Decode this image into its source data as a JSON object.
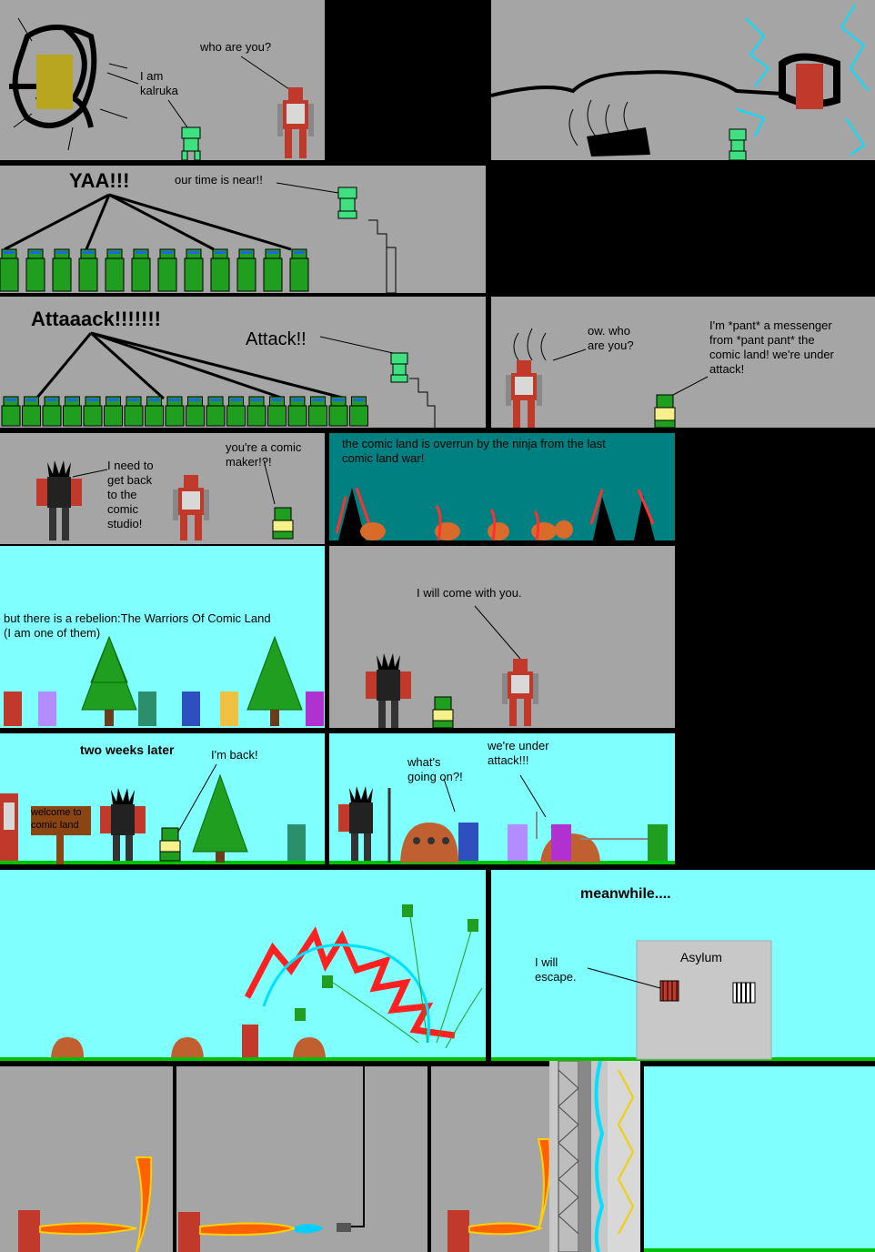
{
  "comic": {
    "row1": {
      "p1": {
        "kalruka": "I am\nkalruka",
        "who": "who are you?"
      }
    },
    "row2": {
      "yaa": "YAA!!!",
      "near": "our time is near!!"
    },
    "row3": {
      "attaaack": "Attaaack!!!!!!!",
      "attack": "Attack!!",
      "ow": "ow. who\nare you?",
      "messenger": "I'm *pant* a messenger\nfrom *pant pant* the\ncomic land! we're under\nattack!"
    },
    "row4": {
      "need": "I need to\nget back\nto the\ncomic\nstudio!",
      "maker": "you're a comic\nmaker!?!",
      "overrun": "the comic land is overrun by the ninja from the last\ncomic land war!"
    },
    "row5": {
      "rebelion": "but there is a rebelion:The Warriors Of Comic Land\n(I am one of them)",
      "come": "I will come with you."
    },
    "row6": {
      "weeks": "two weeks later",
      "back": "I'm back!",
      "sign": "welcome to\ncomic land",
      "going": "what's\ngoing on?!",
      "under": "we're under\nattack!!!"
    },
    "row7": {
      "meanwhile": "meanwhile....",
      "asylum": "Asylum",
      "escape": "I will\nescape."
    }
  },
  "colors": {
    "panel_gray": "#a5a5a5",
    "sky": "#80ffff",
    "teal": "#008080",
    "grass": "#00c000",
    "ninja_green": "#1f9e1f",
    "red_robot": "#c0392b"
  }
}
